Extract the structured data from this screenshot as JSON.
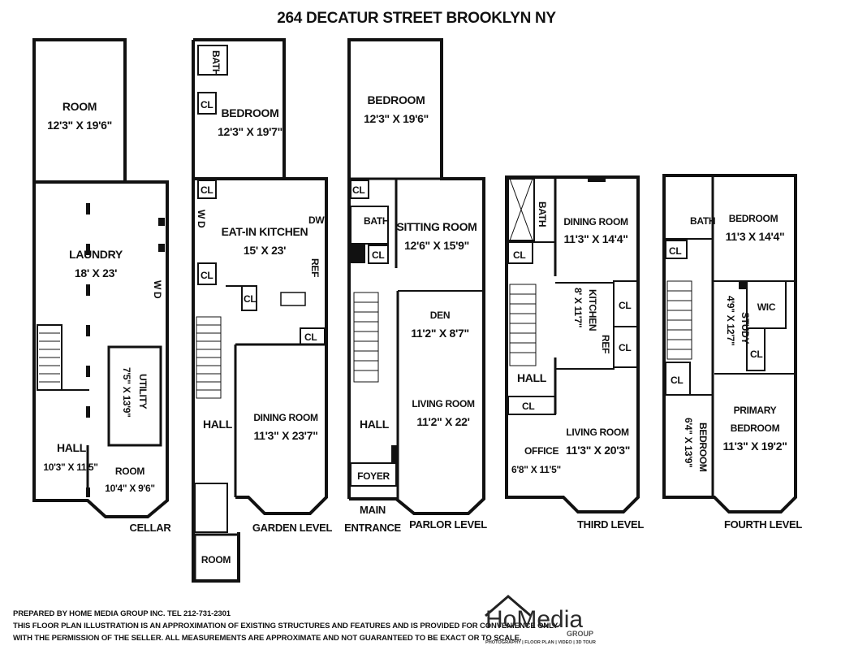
{
  "title": "264 DECATUR STREET BROOKLYN NY",
  "levels": {
    "cellar": "CELLAR",
    "garden": "GARDEN LEVEL",
    "main_entrance_1": "MAIN",
    "main_entrance_2": "ENTRANCE",
    "parlor": "PARLOR LEVEL",
    "third": "THIRD LEVEL",
    "fourth": "FOURTH LEVEL"
  },
  "cellar": {
    "room_name": "ROOM",
    "room_dim": "12'3\" X 19'6\"",
    "laundry_name": "LAUNDRY",
    "laundry_dim": "18' X 23'",
    "wd": "W D",
    "utility_name": "UTILITY",
    "utility_dim": "7'5\" X 13'9\"",
    "hall_name": "HALL",
    "hall_dim": "10'3\" X 11'5\"",
    "room2_name": "ROOM",
    "room2_dim": "10'4\" X 9'6\""
  },
  "garden": {
    "bath": "BATH",
    "cl1": "CL",
    "bedroom_name": "BEDROOM",
    "bedroom_dim": "12'3\" X 19'7\"",
    "cl2": "CL",
    "wd": "W D",
    "cl3": "CL",
    "cl4": "CL",
    "cl5": "CL",
    "kitchen_name": "EAT-IN KITCHEN",
    "kitchen_dim": "15' X 23'",
    "dw": "DW",
    "ref": "REF",
    "hall": "HALL",
    "dining_name": "DINING ROOM",
    "dining_dim": "11'3\" X 23'7\"",
    "room": "ROOM"
  },
  "parlor": {
    "bedroom_name": "BEDROOM",
    "bedroom_dim": "12'3\" X 19'6\"",
    "cl1": "CL",
    "bath": "BATH",
    "cl2": "CL",
    "sitting_name": "SITTING ROOM",
    "sitting_dim": "12'6\" X 15'9\"",
    "den_name": "DEN",
    "den_dim": "11'2\" X 8'7\"",
    "living_name": "LIVING ROOM",
    "living_dim": "11'2\" X 22'",
    "hall": "HALL",
    "foyer": "FOYER"
  },
  "third": {
    "bath": "BATH",
    "cl1": "CL",
    "dining_name": "DINING ROOM",
    "dining_dim": "11'3\" X 14'4\"",
    "kitchen_name": "KITCHEN",
    "kitchen_dim": "8' X 11'7\"",
    "ref": "REF",
    "cl2": "CL",
    "cl3": "CL",
    "hall": "HALL",
    "cl4": "CL",
    "living_name": "LIVING ROOM",
    "office_name": "OFFICE",
    "living_dim": "11'3\" X 20'3\"",
    "office_dim": "6'8\" X 11'5\""
  },
  "fourth": {
    "bath": "BATH",
    "cl1": "CL",
    "bedroom_name": "BEDROOM",
    "bedroom_dim": "11'3  X 14'4\"",
    "study_name": "STUDY",
    "study_dim": "4'9\" X 12'7\"",
    "wic": "WIC",
    "cl2": "CL",
    "cl3": "CL",
    "bedroom2_name": "BEDROOM",
    "bedroom2_dim": "6'4\" X 13'9\"",
    "primary_1": "PRIMARY",
    "primary_2": "BEDROOM",
    "primary_dim": "11'3\" X 19'2\""
  },
  "disclaimer": {
    "line1": "PREPARED BY  HOME MEDIA GROUP INC.  TEL 212-731-2301",
    "line2": "THIS FLOOR PLAN ILLUSTRATION IS AN APPROXIMATION OF EXISTING STRUCTURES AND FEATURES AND IS PROVIDED FOR CONVENIENCE ONLY",
    "line3": "WITH THE PERMISSION OF THE SELLER.  ALL MEASUREMENTS ARE APPROXIMATE AND NOT GUARANTEED TO BE EXACT OR TO SCALE."
  },
  "logo": {
    "brand": "HoMedia",
    "group": "GROUP",
    "tagline": "PHOTOGRAPHY | FLOOR PLAN | VIDEO | 3D TOUR"
  }
}
